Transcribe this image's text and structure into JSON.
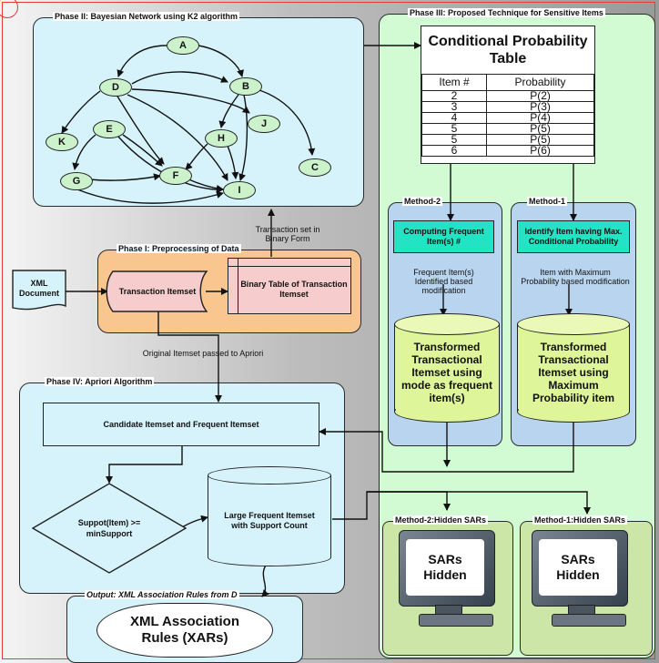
{
  "phase2": {
    "title": "Phase II: Bayesian Network using K2 algorithm",
    "nodes": [
      "A",
      "B",
      "D",
      "E",
      "H",
      "J",
      "K",
      "F",
      "C",
      "G",
      "I"
    ]
  },
  "phase3": {
    "title": "Phase III: Proposed Technique for Sensitive Items",
    "cpt": {
      "title": "Conditional Probability Table",
      "headers": [
        "Item #",
        "Probability"
      ],
      "rows": [
        [
          "2",
          "P(2)"
        ],
        [
          "3",
          "P(3)"
        ],
        [
          "4",
          "P(4)"
        ],
        [
          "5",
          "P(5)"
        ],
        [
          "5",
          "P(5)"
        ],
        [
          "6",
          "P(6)"
        ]
      ]
    },
    "method2": {
      "title": "Method-2",
      "box": "Computing Frequent Item(s) #",
      "note": "Frequent Item(s) Identified based modification",
      "cylinder": "Transformed Transactional Itemset using mode as frequent item(s)"
    },
    "method1": {
      "title": "Method-1",
      "box": "Identify Item having Max. Conditional Probability",
      "note": "Item with Maximum Probability based modification",
      "cylinder": "Transformed Transactional Itemset using Maximum Probability item"
    },
    "hidden2": {
      "title": "Method-2:Hidden SARs",
      "screen": "SARs Hidden"
    },
    "hidden1": {
      "title": "Method-1:Hidden SARs",
      "screen": "SARs Hidden"
    }
  },
  "phase1": {
    "title": "Phase I: Preprocessing of Data",
    "transaction": "Transaction Itemset",
    "binary": "Binary Table of Transaction Itemset"
  },
  "xml_doc": "XML Document",
  "transaction_set_label": "Transaction set in Binary Form",
  "original_itemset_label": "Original Itemset passed to Apriori",
  "phase4": {
    "title": "Phase IV: Apriori Algorithm",
    "candidate": "Candidate Itemset and Frequent Itemset",
    "decision": "Suppot(Item) >= minSupport",
    "large": "Large Frequent Itemset with Support Count"
  },
  "output": {
    "title": "Output: XML Association Rules from D",
    "label": "XML Association Rules (XARs)"
  },
  "colors": {
    "phase2_bg": "#d6f2fb",
    "phase3_bg": "#d3fbd3",
    "phase1_bg": "#f9c690",
    "pink": "#f7cccc",
    "cyan": "#22e3c3",
    "method_bg": "#b9d4ef",
    "cylinder": "#dff59a",
    "node": "#ccf2cc"
  }
}
